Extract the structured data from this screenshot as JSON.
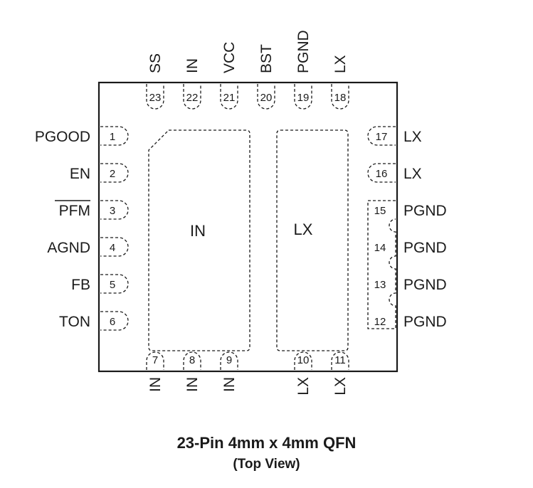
{
  "package": {
    "title": "23-Pin 4mm x 4mm QFN",
    "subtitle": "(Top View)"
  },
  "pads": {
    "in": "IN",
    "lx": "LX"
  },
  "pins": {
    "left": [
      {
        "num": "1",
        "name": "PGOOD"
      },
      {
        "num": "2",
        "name": "EN"
      },
      {
        "num": "3",
        "name": "PFM",
        "overbar": true
      },
      {
        "num": "4",
        "name": "AGND"
      },
      {
        "num": "5",
        "name": "FB"
      },
      {
        "num": "6",
        "name": "TON"
      }
    ],
    "bottom": [
      {
        "num": "7",
        "name": "IN"
      },
      {
        "num": "8",
        "name": "IN"
      },
      {
        "num": "9",
        "name": "IN"
      },
      {
        "num": "10",
        "name": "LX"
      },
      {
        "num": "11",
        "name": "LX"
      }
    ],
    "right": [
      {
        "num": "17",
        "name": "LX"
      },
      {
        "num": "16",
        "name": "LX"
      },
      {
        "num": "15",
        "name": "PGND"
      },
      {
        "num": "14",
        "name": "PGND"
      },
      {
        "num": "13",
        "name": "PGND"
      },
      {
        "num": "12",
        "name": "PGND"
      }
    ],
    "top": [
      {
        "num": "23",
        "name": "SS"
      },
      {
        "num": "22",
        "name": "IN"
      },
      {
        "num": "21",
        "name": "VCC"
      },
      {
        "num": "20",
        "name": "BST"
      },
      {
        "num": "19",
        "name": "PGND"
      },
      {
        "num": "18",
        "name": "LX"
      }
    ]
  }
}
